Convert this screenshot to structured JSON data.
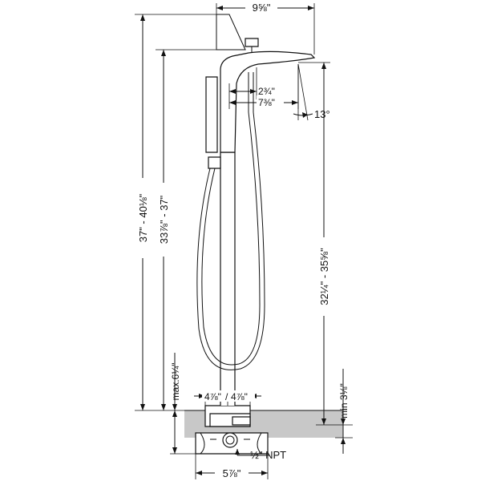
{
  "dimensions": {
    "spout_width": "9⅝\"",
    "total_height_range": "37\" - 40⅛\"",
    "height_to_spout_range": "33⅞\" - 37\"",
    "spout_outlet_height_range": "32¼\" - 35⅝\"",
    "spout_reach_short": "2¾\"",
    "spout_reach_long": "7⅜\"",
    "spout_angle": "13°",
    "max_rough_depth": "max.6¼\"",
    "min_floor_clearance": "min 3⅛\"",
    "base_left_offset": "4⅞\"",
    "base_separator": "/",
    "base_right_offset": "4⅞\"",
    "connection_size": "½\" NPT",
    "rough_width": "5⅞\""
  }
}
